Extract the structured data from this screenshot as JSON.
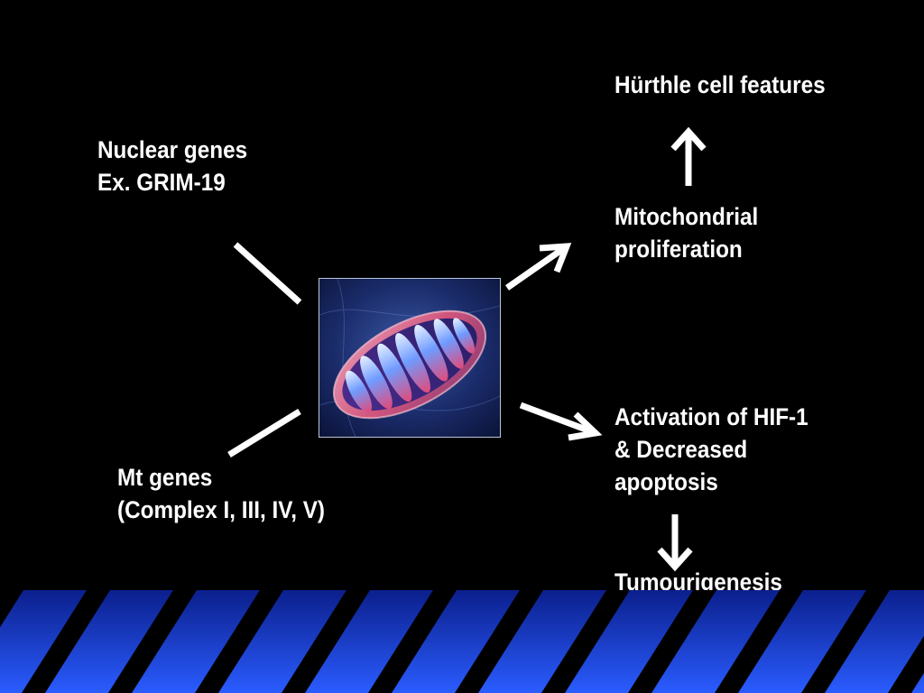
{
  "slide": {
    "background": "#000000",
    "text_color": "#ffffff",
    "accent_blue": "#1f4fe8"
  },
  "labels": {
    "hurthle": "Hürthle cell features",
    "nuclear_line1": "Nuclear genes",
    "nuclear_line2": "Ex. GRIM-19",
    "mito_line1": "Mitochondrial",
    "mito_line2": "proliferation",
    "hif_line1": "Activation of HIF-1",
    "hif_line2": "& Decreased",
    "hif_line3": "apoptosis",
    "mt_line1": "Mt genes",
    "mt_line2": "(Complex I, III, IV, V)",
    "tumour": "Tumourigenesis"
  },
  "image": {
    "subject": "mitochondrion-illustration"
  }
}
